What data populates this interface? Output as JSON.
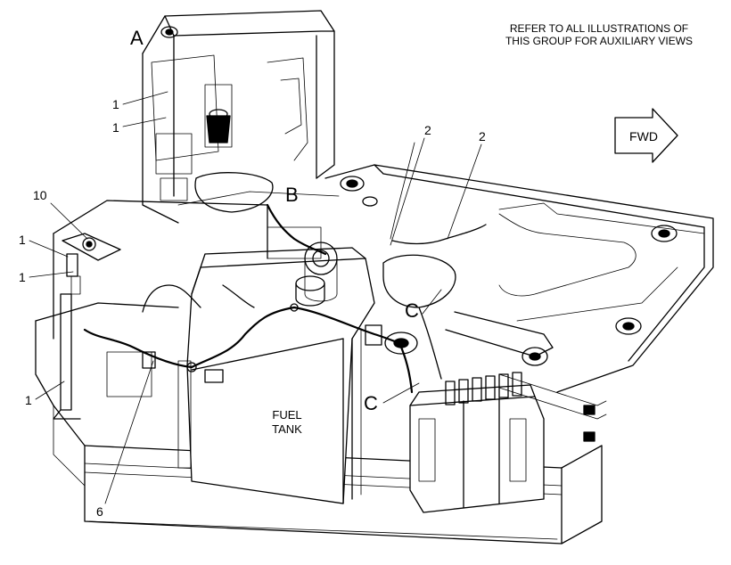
{
  "note": {
    "line1": "REFER TO ALL ILLUSTRATIONS OF",
    "line2": "THIS GROUP FOR AUXILIARY VIEWS"
  },
  "direction_arrow": {
    "label": "FWD"
  },
  "views": [
    "A",
    "B",
    "C",
    "C"
  ],
  "callouts": [
    "1",
    "1",
    "2",
    "2",
    "10",
    "1",
    "1",
    "1",
    "6"
  ],
  "tank_label": {
    "line1": "FUEL",
    "line2": "TANK"
  }
}
